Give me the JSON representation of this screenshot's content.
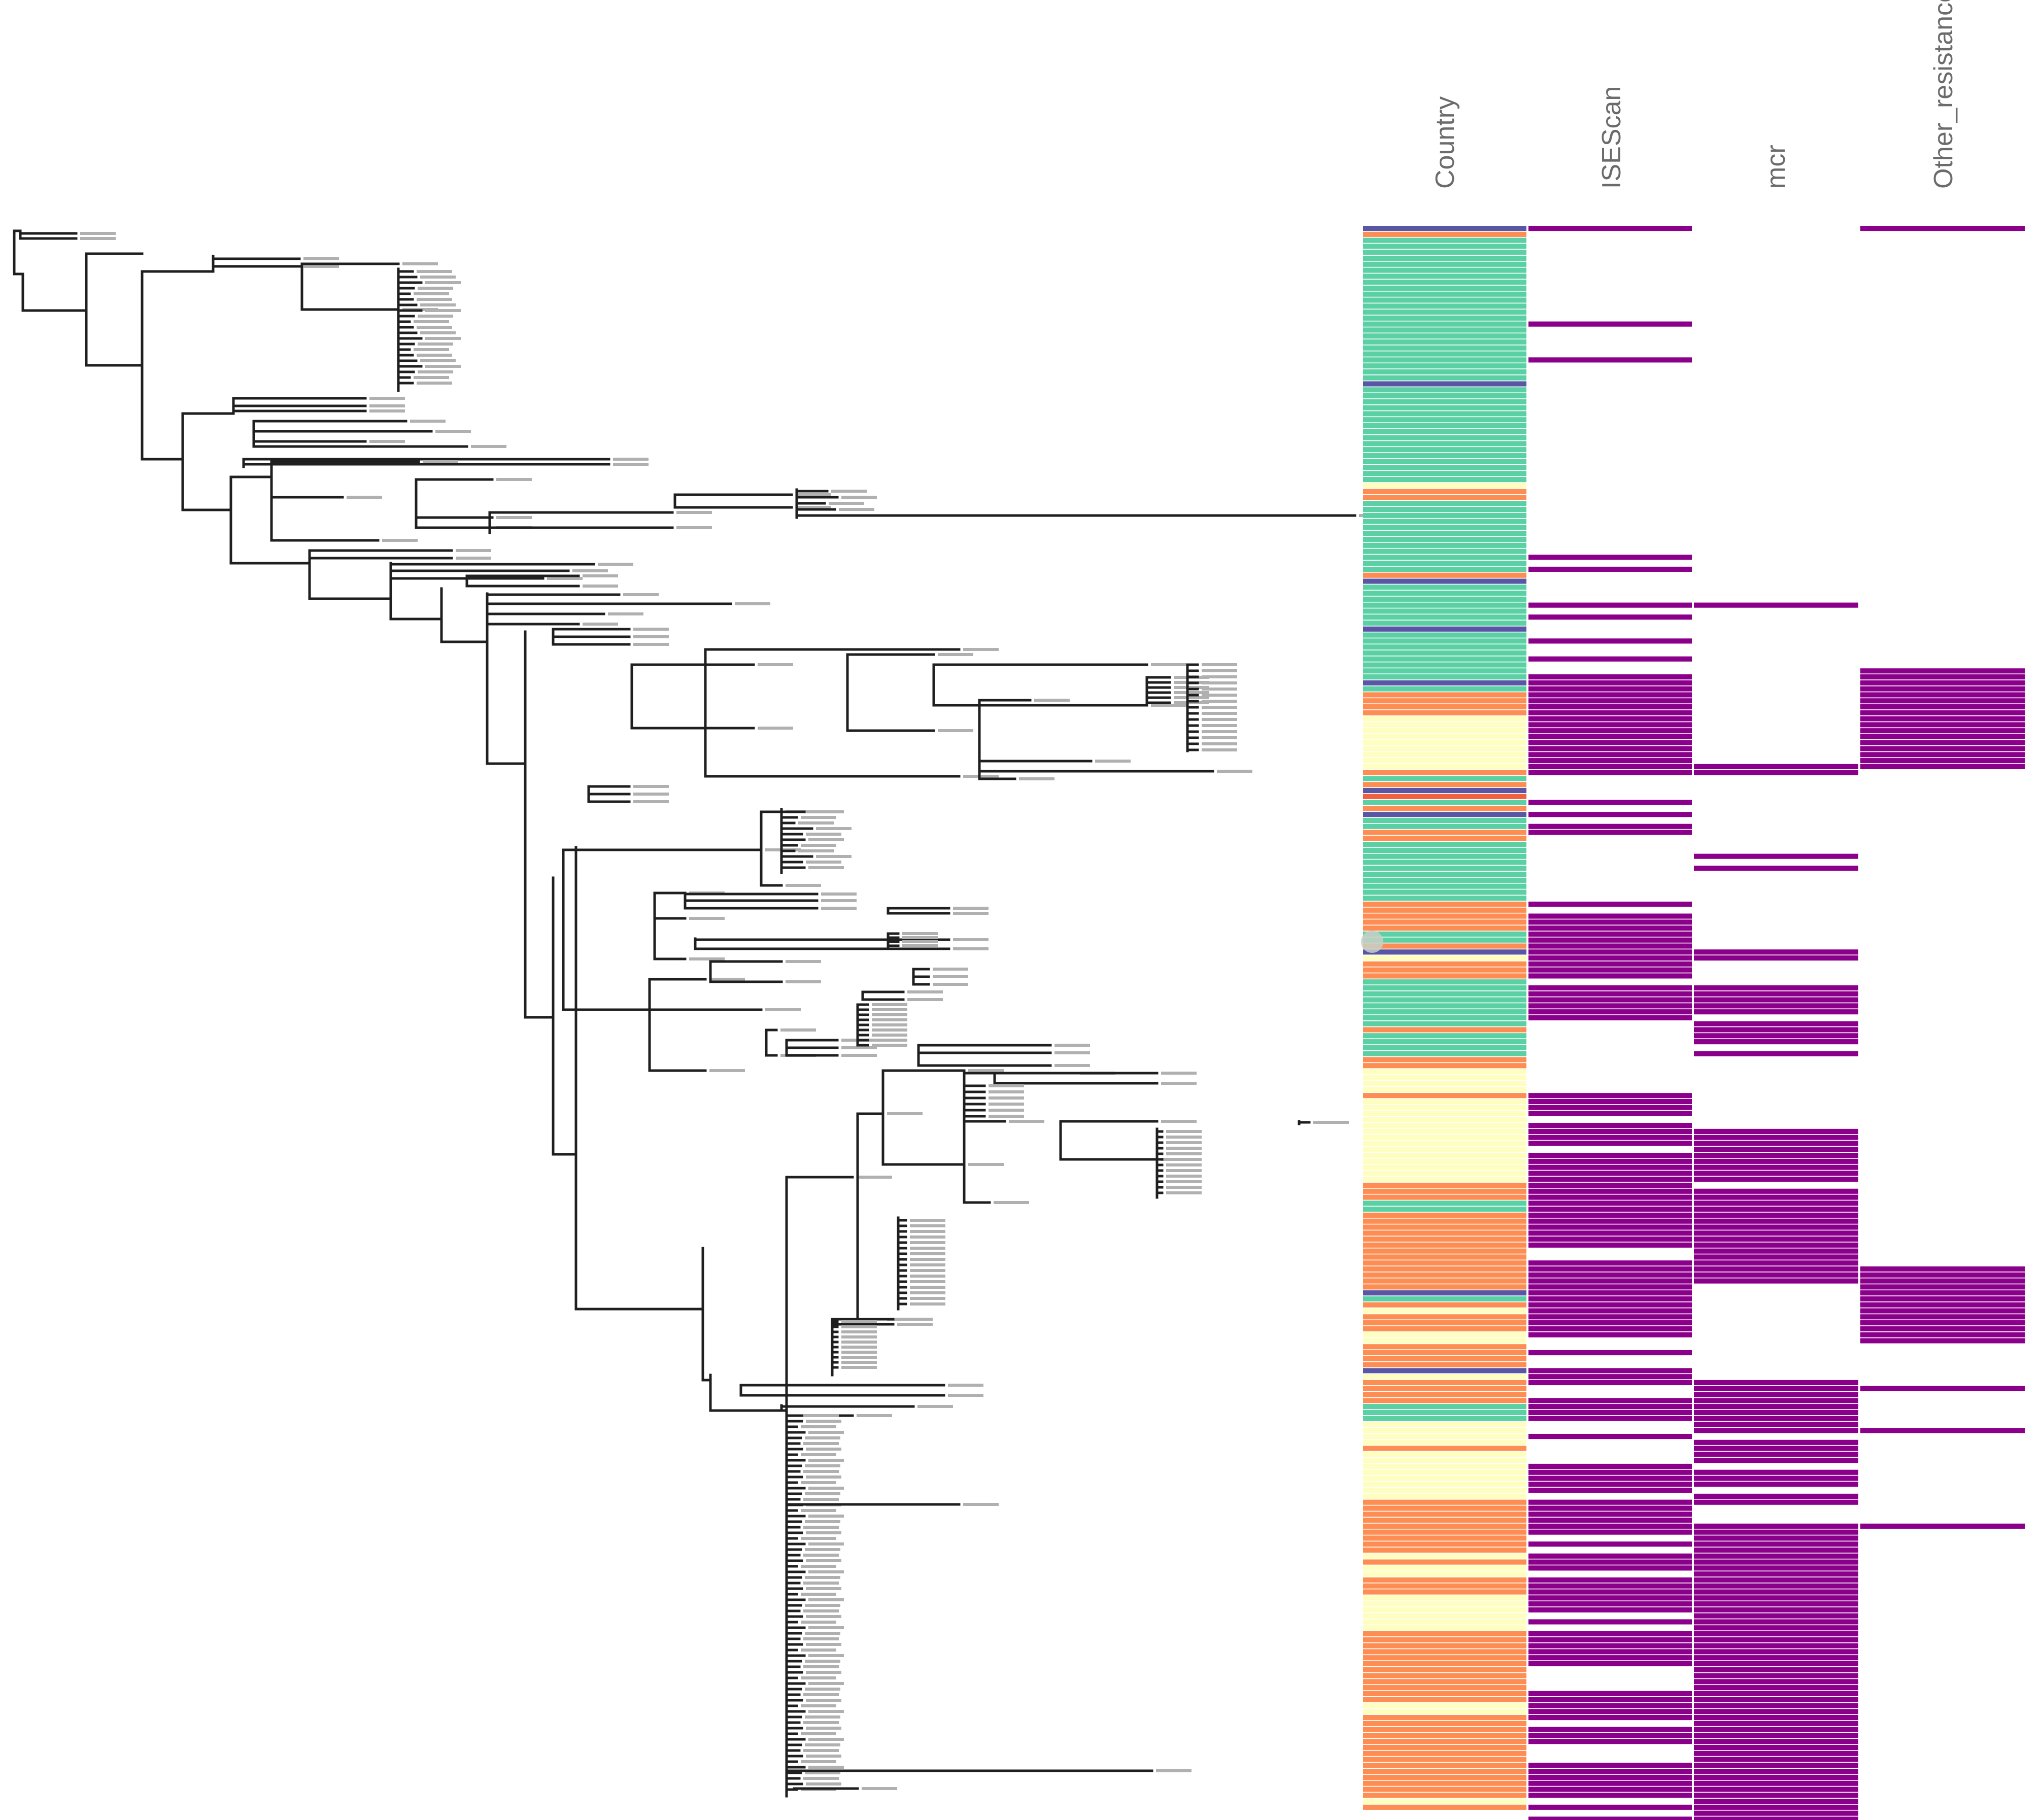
{
  "columns": [
    {
      "key": "country",
      "title": "Country"
    },
    {
      "key": "isescan",
      "title": "ISEScan"
    },
    {
      "key": "mcr",
      "title": "mcr"
    },
    {
      "key": "other",
      "title": "Other_resistance"
    }
  ],
  "colors": {
    "presence": "#8b008b",
    "green": "#5ad0a4",
    "orange": "#fd8d52",
    "yellow": "#fefec0",
    "purple": "#5a56a6",
    "red": "#f06040",
    "tree": "#1f1f1f"
  },
  "tracks": {
    "country": [
      [
        "purple",
        1
      ],
      [
        "orange",
        1
      ],
      [
        "green",
        24
      ],
      [
        "purple",
        1
      ],
      [
        "green",
        16
      ],
      [
        "yellow",
        1
      ],
      [
        "orange",
        2
      ],
      [
        "green",
        12
      ],
      [
        "orange",
        1
      ],
      [
        "purple",
        1
      ],
      [
        "green",
        7
      ],
      [
        "purple",
        1
      ],
      [
        "green",
        8
      ],
      [
        "purple",
        1
      ],
      [
        "green",
        1
      ],
      [
        "orange",
        1
      ],
      [
        "orange",
        3
      ],
      [
        "yellow",
        9
      ],
      [
        "orange",
        1
      ],
      [
        "green",
        1
      ],
      [
        "orange",
        1
      ],
      [
        "purple",
        1
      ],
      [
        "red",
        1
      ],
      [
        "green",
        1
      ],
      [
        "orange",
        1
      ],
      [
        "purple",
        1
      ],
      [
        "green",
        2
      ],
      [
        "orange",
        2
      ],
      [
        "green",
        10
      ],
      [
        "orange",
        1
      ],
      [
        "orange",
        4
      ],
      [
        "green",
        2
      ],
      [
        "orange",
        1
      ],
      [
        "purple",
        1
      ],
      [
        "yellow",
        1
      ],
      [
        "orange",
        3
      ],
      [
        "green",
        8
      ],
      [
        "orange",
        1
      ],
      [
        "green",
        4
      ],
      [
        "orange",
        2
      ],
      [
        "yellow",
        4
      ],
      [
        "orange",
        1
      ],
      [
        "yellow",
        14
      ],
      [
        "orange",
        3
      ],
      [
        "green",
        2
      ],
      [
        "orange",
        13
      ],
      [
        "purple",
        1
      ],
      [
        "green",
        1
      ],
      [
        "orange",
        1
      ],
      [
        "yellow",
        1
      ],
      [
        "orange",
        3
      ],
      [
        "yellow",
        2
      ],
      [
        "orange",
        4
      ],
      [
        "purple",
        1
      ],
      [
        "yellow",
        1
      ],
      [
        "orange",
        4
      ],
      [
        "green",
        3
      ],
      [
        "yellow",
        4
      ],
      [
        "orange",
        1
      ],
      [
        "yellow",
        8
      ],
      [
        "orange",
        9
      ],
      [
        "yellow",
        1
      ],
      [
        "orange",
        1
      ],
      [
        "yellow",
        2
      ],
      [
        "orange",
        3
      ],
      [
        "yellow",
        6
      ],
      [
        "orange",
        12
      ],
      [
        "yellow",
        2
      ],
      [
        "orange",
        14
      ],
      [
        "yellow",
        1
      ],
      [
        "orange",
        1
      ]
    ],
    "isescan": [
      [
        1,
        1
      ],
      [
        0,
        15
      ],
      [
        1,
        1
      ],
      [
        0,
        5
      ],
      [
        1,
        1
      ],
      [
        0,
        32
      ],
      [
        1,
        1
      ],
      [
        0,
        1
      ],
      [
        1,
        1
      ],
      [
        0,
        5
      ],
      [
        1,
        1
      ],
      [
        0,
        1
      ],
      [
        1,
        1
      ],
      [
        0,
        3
      ],
      [
        1,
        1
      ],
      [
        0,
        2
      ],
      [
        1,
        1
      ],
      [
        0,
        2
      ],
      [
        1,
        17
      ],
      [
        0,
        4
      ],
      [
        1,
        1
      ],
      [
        0,
        1
      ],
      [
        1,
        1
      ],
      [
        0,
        1
      ],
      [
        1,
        2
      ],
      [
        0,
        11
      ],
      [
        1,
        1
      ],
      [
        0,
        1
      ],
      [
        1,
        11
      ],
      [
        0,
        1
      ],
      [
        1,
        6
      ],
      [
        0,
        12
      ],
      [
        1,
        4
      ],
      [
        0,
        1
      ],
      [
        1,
        4
      ],
      [
        0,
        1
      ],
      [
        1,
        16
      ],
      [
        0,
        2
      ],
      [
        1,
        13
      ],
      [
        0,
        2
      ],
      [
        1,
        1
      ],
      [
        0,
        2
      ],
      [
        1,
        3
      ],
      [
        0,
        2
      ],
      [
        1,
        4
      ],
      [
        0,
        2
      ],
      [
        1,
        1
      ],
      [
        0,
        4
      ],
      [
        1,
        5
      ],
      [
        0,
        1
      ],
      [
        1,
        6
      ],
      [
        0,
        1
      ],
      [
        1,
        1
      ],
      [
        0,
        1
      ],
      [
        1,
        3
      ],
      [
        0,
        1
      ],
      [
        1,
        6
      ],
      [
        0,
        1
      ],
      [
        1,
        1
      ],
      [
        0,
        1
      ],
      [
        1,
        6
      ],
      [
        0,
        4
      ],
      [
        1,
        5
      ],
      [
        0,
        1
      ],
      [
        1,
        3
      ],
      [
        0,
        3
      ],
      [
        1,
        6
      ],
      [
        0,
        1
      ],
      [
        1,
        1
      ],
      [
        0,
        1
      ],
      [
        1,
        1
      ],
      [
        0,
        1
      ],
      [
        1,
        3
      ],
      [
        0,
        2
      ]
    ],
    "mcr": [
      [
        0,
        63
      ],
      [
        1,
        1
      ],
      [
        0,
        26
      ],
      [
        1,
        2
      ],
      [
        0,
        13
      ],
      [
        1,
        1
      ],
      [
        0,
        1
      ],
      [
        1,
        1
      ],
      [
        0,
        13
      ],
      [
        1,
        2
      ],
      [
        0,
        4
      ],
      [
        1,
        5
      ],
      [
        0,
        1
      ],
      [
        1,
        4
      ],
      [
        0,
        1
      ],
      [
        1,
        1
      ],
      [
        0,
        12
      ],
      [
        1,
        9
      ],
      [
        0,
        1
      ],
      [
        1,
        16
      ],
      [
        0,
        16
      ],
      [
        1,
        9
      ],
      [
        0,
        1
      ],
      [
        1,
        4
      ],
      [
        0,
        1
      ],
      [
        1,
        3
      ],
      [
        0,
        1
      ],
      [
        1,
        2
      ],
      [
        0,
        3
      ],
      [
        1,
        63
      ]
    ],
    "other": [
      [
        1,
        1
      ],
      [
        0,
        73
      ],
      [
        1,
        17
      ],
      [
        0,
        83
      ],
      [
        1,
        13
      ],
      [
        0,
        7
      ],
      [
        1,
        1
      ],
      [
        0,
        6
      ],
      [
        1,
        1
      ],
      [
        0,
        15
      ],
      [
        1,
        1
      ],
      [
        0,
        52
      ],
      [
        1,
        2
      ]
    ]
  }
}
